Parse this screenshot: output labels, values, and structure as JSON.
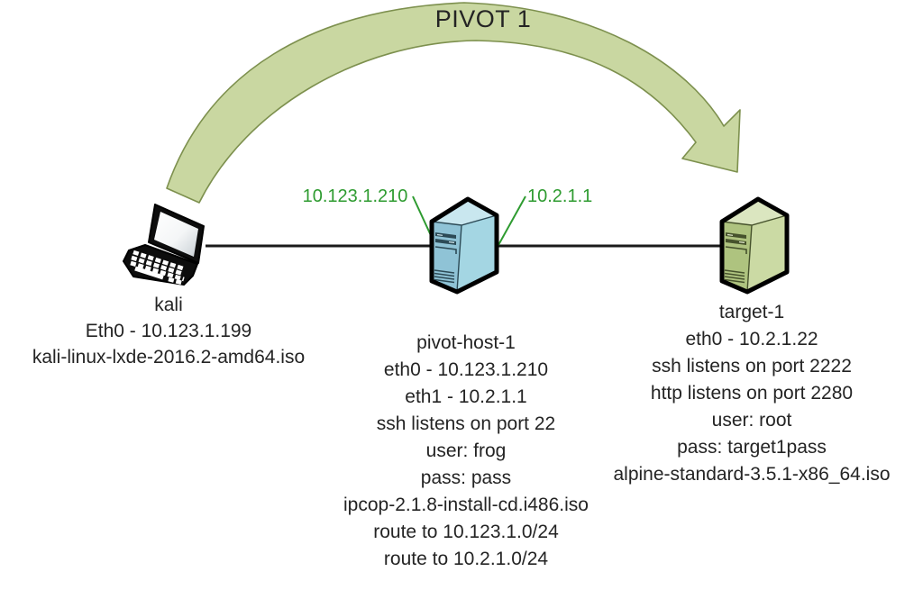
{
  "arrow": {
    "label": "PIVOT 1"
  },
  "interfaces": {
    "pivot_eth0": "10.123.1.210",
    "pivot_eth1": "10.2.1.1"
  },
  "nodes": {
    "kali": {
      "icon": "laptop-icon",
      "lines": [
        "kali",
        "Eth0 - 10.123.1.199",
        "kali-linux-lxde-2016.2-amd64.iso"
      ]
    },
    "pivot": {
      "icon": "server-tower-icon",
      "lines": [
        "pivot-host-1",
        "eth0 - 10.123.1.210",
        "eth1 - 10.2.1.1",
        "ssh listens on port 22",
        "user: frog",
        "pass: pass",
        "ipcop-2.1.8-install-cd.i486.iso",
        "route to 10.123.1.0/24",
        "route to 10.2.1.0/24"
      ]
    },
    "target": {
      "icon": "server-tower-icon",
      "lines": [
        "target-1",
        "eth0 - 10.2.1.22",
        "ssh listens on port 2222",
        "http listens on port 2280",
        "user: root",
        "pass: target1pass",
        "alpine-standard-3.5.1-x86_64.iso"
      ]
    }
  },
  "colors": {
    "arrow_fill": "#c9d7a1",
    "arrow_stroke": "#7d904e",
    "interface_label_green": "#2e9b30",
    "link_black": "#1a1a1a",
    "text": "#242424",
    "server_pivot_blue": "#8fc3d6",
    "server_target_green": "#aec37f"
  }
}
